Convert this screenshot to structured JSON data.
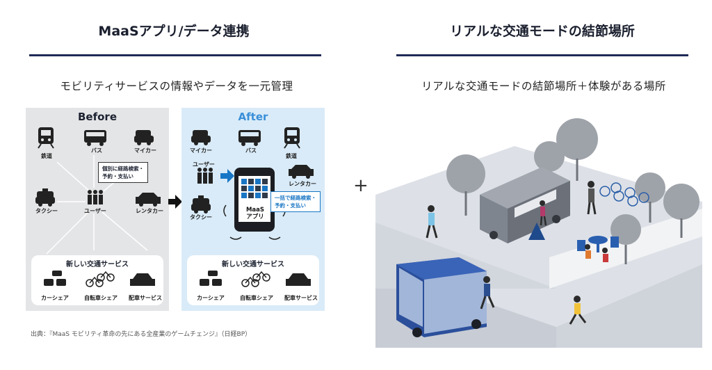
{
  "left": {
    "title": "MaaSアプリ/データ連携",
    "subtitle": "モビリティサービスの情報やデータを一元管理",
    "before": {
      "label": "Before",
      "modes": [
        "鉄道",
        "バス",
        "マイカー",
        "タクシー",
        "レンタカー"
      ],
      "user": "ユーザー",
      "callout": [
        "個別に経路検索・",
        "予約・支払い"
      ]
    },
    "after": {
      "label": "After",
      "modes": [
        "マイカー",
        "バス",
        "鉄道",
        "タクシー",
        "レンタカー"
      ],
      "user": "ユーザー",
      "callout": [
        "一括で経路検索・",
        "予約・支払い"
      ],
      "app": [
        "MaaS",
        "アプリ"
      ]
    },
    "new_services": {
      "title": "新しい交通サービス",
      "items": [
        "カーシェア",
        "自転車シェア",
        "配車サービス"
      ]
    },
    "source": "出典：『MaaS モビリティ革命の先にある全産業のゲームチェンジ』（日経BP）"
  },
  "plus": "+",
  "right": {
    "title": "リアルな交通モードの結節場所",
    "subtitle": "リアルな交通モードの結節場所＋体験がある場所"
  },
  "colors": {
    "rule": "#1e2a56",
    "before_bg": "#e4e5e7",
    "after_bg": "#d9ebf8",
    "accent_blue": "#1976c5",
    "after_label": "#3a8fd8"
  }
}
